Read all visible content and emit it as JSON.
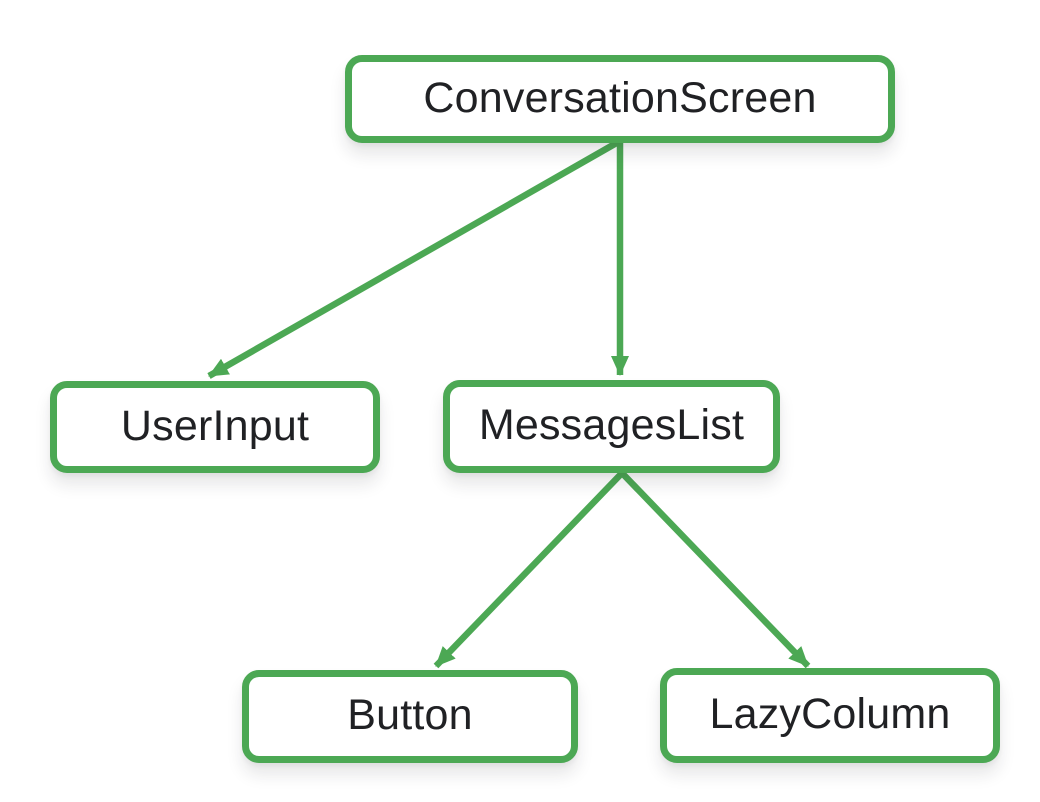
{
  "diagram": {
    "type": "tree",
    "nodes": [
      {
        "id": "conversation-screen",
        "label": "ConversationScreen"
      },
      {
        "id": "user-input",
        "label": "UserInput"
      },
      {
        "id": "messages-list",
        "label": "MessagesList"
      },
      {
        "id": "button",
        "label": "Button"
      },
      {
        "id": "lazy-column",
        "label": "LazyColumn"
      }
    ],
    "edges": [
      {
        "from": "ConversationScreen",
        "to": "UserInput"
      },
      {
        "from": "ConversationScreen",
        "to": "MessagesList"
      },
      {
        "from": "MessagesList",
        "to": "Button"
      },
      {
        "from": "MessagesList",
        "to": "LazyColumn"
      }
    ],
    "colors": {
      "green": "#4CA854",
      "node_fill": "#FFFFFF",
      "text": "#202124"
    }
  }
}
